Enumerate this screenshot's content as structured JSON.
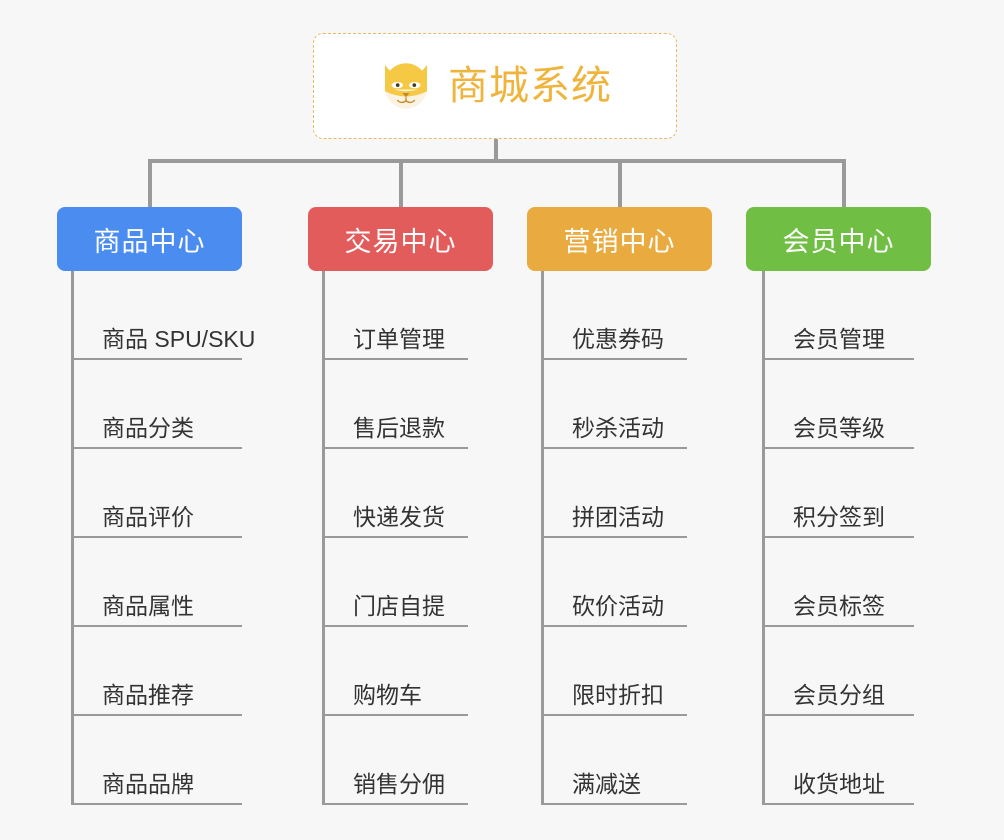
{
  "diagram": {
    "type": "mindmap",
    "background_color": "#f7f7f7",
    "root": {
      "title": "商城系统",
      "icon": "shiba-dog-icon",
      "title_color": "#f0b43c",
      "border_color": "#e8b864"
    },
    "connector_color": "#9a9a9a",
    "branches": [
      {
        "label": "商品中心",
        "color": "#4a8cf0",
        "items": [
          "商品 SPU/SKU",
          "商品分类",
          "商品评价",
          "商品属性",
          "商品推荐",
          "商品品牌"
        ]
      },
      {
        "label": "交易中心",
        "color": "#e25c5c",
        "items": [
          "订单管理",
          "售后退款",
          "快递发货",
          "门店自提",
          "购物车",
          "销售分佣"
        ]
      },
      {
        "label": "营销中心",
        "color": "#e9ab3f",
        "items": [
          "优惠券码",
          "秒杀活动",
          "拼团活动",
          "砍价活动",
          "限时折扣",
          "满减送"
        ]
      },
      {
        "label": "会员中心",
        "color": "#70bf44",
        "items": [
          "会员管理",
          "会员等级",
          "积分签到",
          "会员标签",
          "会员分组",
          "收货地址"
        ]
      }
    ]
  }
}
